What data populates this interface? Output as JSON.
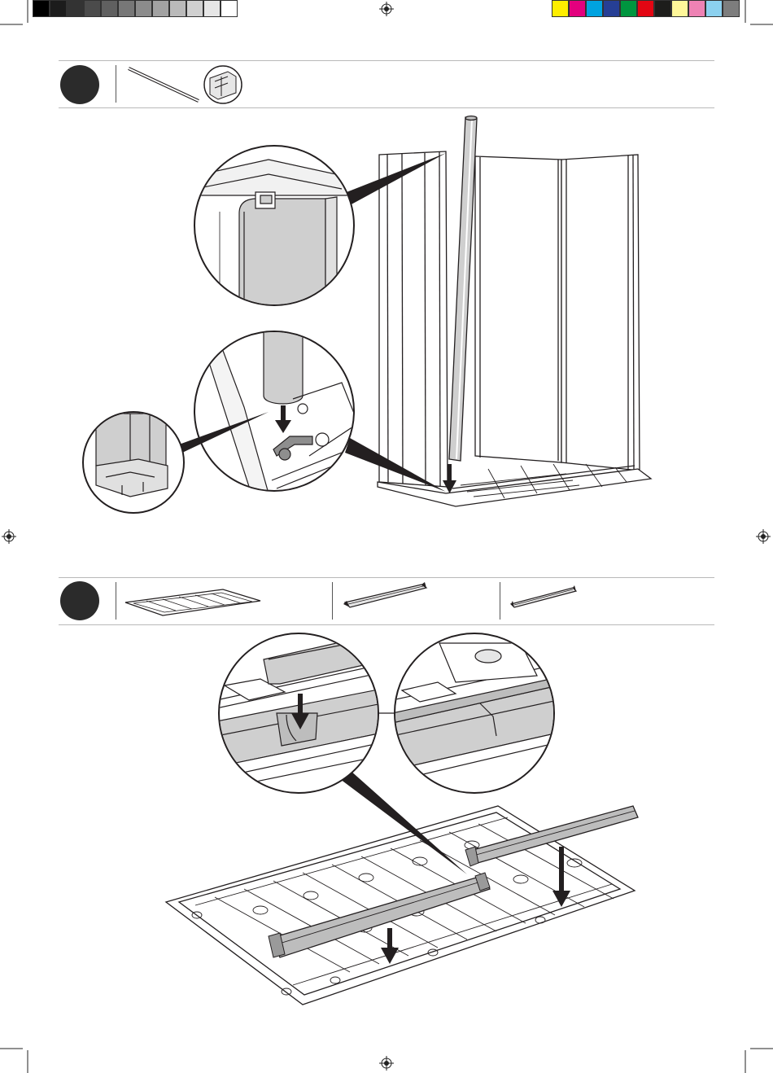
{
  "page": {
    "kind": "assembly-instructions",
    "steps": [
      {
        "number": "",
        "parts": [
          {
            "name": "corner-rod-with-detail"
          }
        ]
      },
      {
        "number": "",
        "parts": [
          {
            "name": "floor-panel"
          },
          {
            "name": "long-floor-rail"
          },
          {
            "name": "short-floor-rail"
          }
        ]
      }
    ]
  },
  "colors": {
    "gray_bar": [
      "#000000",
      "#1c1c1c",
      "#333333",
      "#4b4b4b",
      "#606060",
      "#777777",
      "#8c8c8c",
      "#a2a2a2",
      "#bababa",
      "#d0d0d0",
      "#e6e6e6",
      "#ffffff"
    ],
    "process_bar": [
      "#ffee00",
      "#e3007e",
      "#00a3e0",
      "#263f95",
      "#00963f",
      "#e30613",
      "#1d1d1b",
      "#fff79a",
      "#ee82b4",
      "#8cd1ef",
      "#7d7d7d"
    ],
    "badge": "#2b2b2b",
    "part_fill": "#cfcfcf",
    "line": "#231f20"
  }
}
